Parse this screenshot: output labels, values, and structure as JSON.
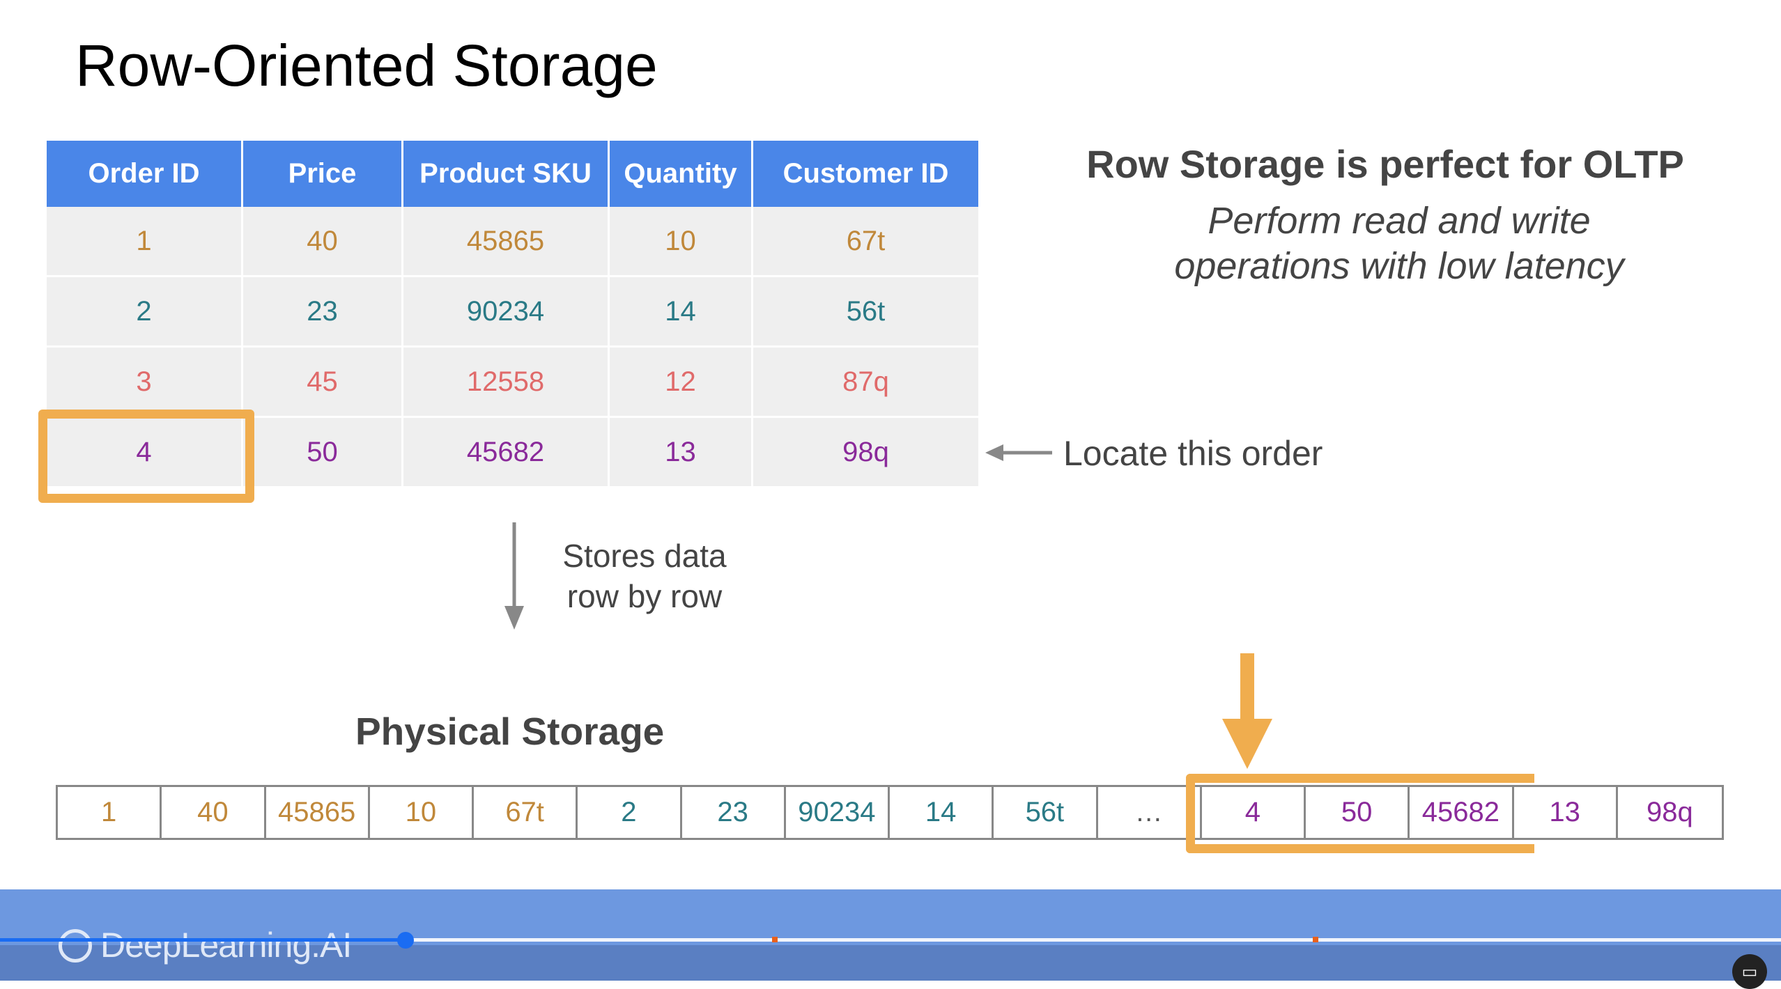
{
  "slide": {
    "title": "Row-Oriented Storage",
    "table": {
      "headers": [
        "Order ID",
        "Price",
        "Product SKU",
        "Quantity",
        "Customer ID"
      ],
      "rows": [
        {
          "color": "#c0883a",
          "cells": [
            "1",
            "40",
            "45865",
            "10",
            "67t"
          ]
        },
        {
          "color": "#2a7a86",
          "cells": [
            "2",
            "23",
            "90234",
            "14",
            "56t"
          ]
        },
        {
          "color": "#e06a6a",
          "cells": [
            "3",
            "45",
            "12558",
            "12",
            "87q"
          ]
        },
        {
          "color": "#8a2a9a",
          "cells": [
            "4",
            "50",
            "45682",
            "13",
            "98q"
          ]
        }
      ],
      "header_color": "#4a86e8"
    },
    "oltp_heading": "Row Storage is perfect for OLTP",
    "oltp_subtitle_line1": "Perform read and write",
    "oltp_subtitle_line2": "operations with low latency",
    "locate_label": "Locate this order",
    "stores_line1": "Stores data",
    "stores_line2": "row by row",
    "physical_title": "Physical Storage",
    "physical_cells": [
      {
        "text": "1",
        "color": "#c0883a"
      },
      {
        "text": "40",
        "color": "#c0883a"
      },
      {
        "text": "45865",
        "color": "#c0883a"
      },
      {
        "text": "10",
        "color": "#c0883a"
      },
      {
        "text": "67t",
        "color": "#c0883a"
      },
      {
        "text": "2",
        "color": "#2a7a86"
      },
      {
        "text": "23",
        "color": "#2a7a86"
      },
      {
        "text": "90234",
        "color": "#2a7a86"
      },
      {
        "text": "14",
        "color": "#2a7a86"
      },
      {
        "text": "56t",
        "color": "#2a7a86"
      },
      {
        "text": "…",
        "color": "#555555"
      },
      {
        "text": "4",
        "color": "#8a2a9a"
      },
      {
        "text": "50",
        "color": "#8a2a9a"
      },
      {
        "text": "45682",
        "color": "#8a2a9a"
      },
      {
        "text": "13",
        "color": "#8a2a9a"
      },
      {
        "text": "98q",
        "color": "#8a2a9a"
      }
    ],
    "highlight_color": "#f0ad4e"
  },
  "player": {
    "logo_text": "DeepLearning.AI",
    "progress_fraction": 0.23,
    "caption_icon": "captions-icon"
  }
}
